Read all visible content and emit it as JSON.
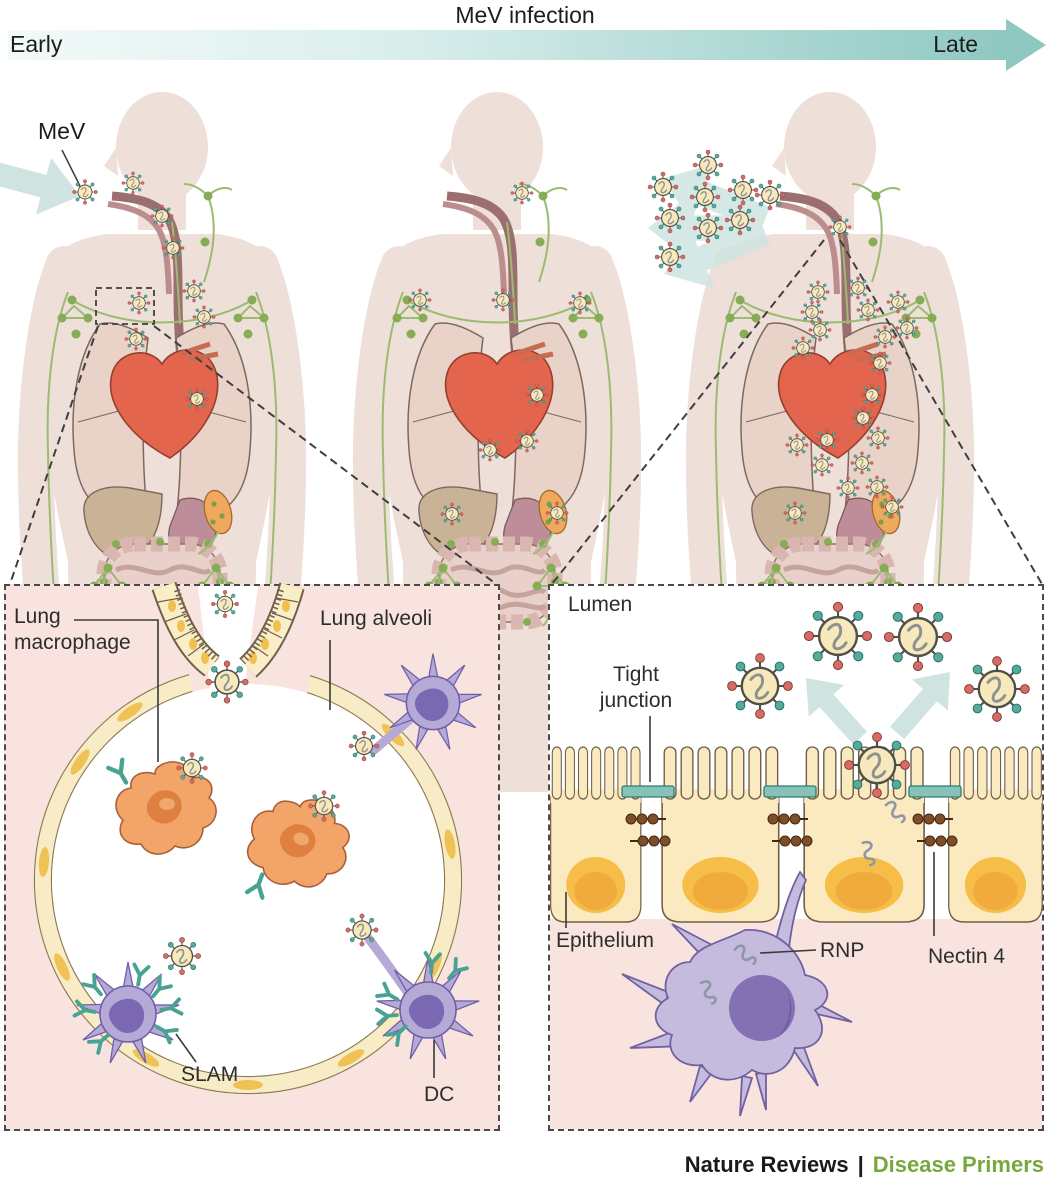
{
  "figure": {
    "title": "MeV infection",
    "early_label": "Early",
    "late_label": "Late",
    "entry_label": "MeV"
  },
  "left_panel": {
    "labels": {
      "lung_macrophage": "Lung macrophage",
      "lung_alveoli": "Lung alveoli",
      "slam": "SLAM",
      "dc": "DC"
    }
  },
  "right_panel": {
    "labels": {
      "lumen": "Lumen",
      "tight_junction": "Tight junction",
      "epithelium": "Epithelium",
      "rnp": "RNP",
      "nectin4": "Nectin 4"
    }
  },
  "footer": {
    "brand": "Nature Reviews",
    "separator": "|",
    "series": "Disease Primers"
  },
  "colors": {
    "timeline_teal": "#8fc8c1",
    "panel_pink": "#f9e3df",
    "silhouette": "#eedfd9",
    "virus_body": "#f7e9bc",
    "virus_knob_red": "#d76b66",
    "virus_knob_teal": "#54ab9b",
    "lymph_green": "#86ad56",
    "macrophage_orange": "#f3a468",
    "dendritic_purple": "#b5aad6",
    "receptor_teal": "#48a392",
    "footer_green": "#76a83e",
    "ink": "#2d2d2d"
  },
  "icons": {
    "virus": "spiked-circle-with-rnp",
    "timeline_arrow": "gradient-right-arrow",
    "spread_arrow": "teal-block-arrow",
    "rnp": "grey-squiggle"
  }
}
